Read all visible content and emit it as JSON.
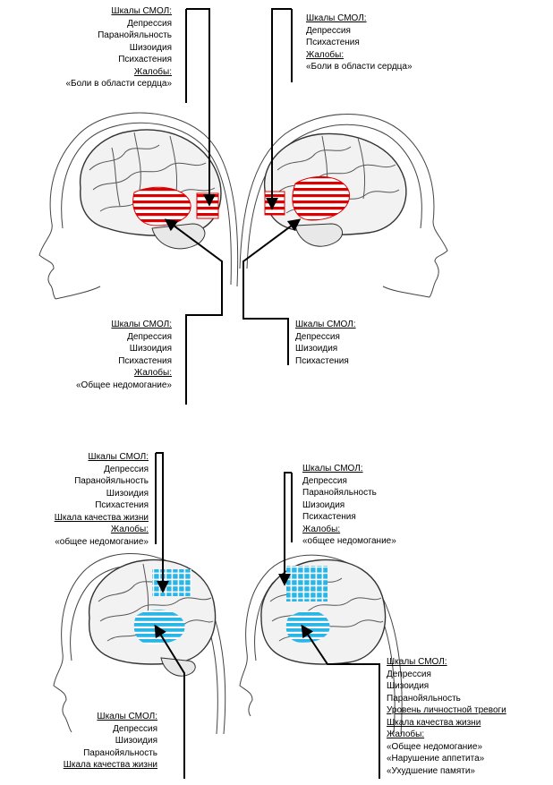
{
  "colors": {
    "red_stripe": "#dd0000",
    "blue_region": "#29b6e6",
    "line": "#000000",
    "brain_outline": "#3a3a3a",
    "head_outline": "#444444"
  },
  "panels": {
    "top_left_upper": {
      "heading": "Шкалы СМОЛ:",
      "items": [
        "Депрессия",
        "Паранойяльность",
        "Шизоидия",
        "Психастения"
      ],
      "complaints_heading": "Жалобы:",
      "complaints": [
        "«Боли в области сердца»"
      ]
    },
    "top_right_upper": {
      "heading": "Шкалы СМОЛ:",
      "items": [
        "Депрессия",
        "Психастения"
      ],
      "complaints_heading": "Жалобы:",
      "complaints": [
        "«Боли в области сердца»"
      ]
    },
    "top_left_lower": {
      "heading": "Шкалы СМОЛ:",
      "items": [
        "Депрессия",
        "Шизоидия",
        "Психастения"
      ],
      "complaints_heading": "Жалобы:",
      "complaints": [
        "«Общее недомогание»"
      ]
    },
    "top_right_lower": {
      "heading": "Шкалы СМОЛ:",
      "items": [
        "Депрессия",
        "Шизоидия",
        "Психастения"
      ]
    },
    "bottom_left_upper": {
      "heading": "Шкалы СМОЛ:",
      "items": [
        "Депрессия",
        "Паранойяльность",
        "Шизоидия",
        "Психастения"
      ],
      "quality": "Шкала качества жизни",
      "complaints_heading": "Жалобы:",
      "complaints": [
        "«общее недомогание»"
      ]
    },
    "bottom_right_upper": {
      "heading": "Шкалы СМОЛ:",
      "items": [
        "Депрессия",
        "Паранойяльность",
        "Шизоидия",
        "Психастения"
      ],
      "complaints_heading": "Жалобы:",
      "complaints": [
        "«общее недомогание»"
      ]
    },
    "bottom_left_lower": {
      "heading": "Шкалы СМОЛ:",
      "items": [
        "Депрессия",
        "Шизоидия",
        "Паранойяльность"
      ],
      "quality": "Шкала качества жизни"
    },
    "bottom_right_lower": {
      "heading": "Шкалы СМОЛ:",
      "items": [
        "Депрессия",
        "Шизоидия",
        "Паранойяльность"
      ],
      "anxiety": "Уровень личностной тревоги",
      "quality": "Шкала качества жизни",
      "complaints_heading": "Жалобы:",
      "complaints": [
        "«Общее недомогание»",
        "«Нарушение аппетита»",
        "«Ухудшение памяти»"
      ]
    }
  }
}
